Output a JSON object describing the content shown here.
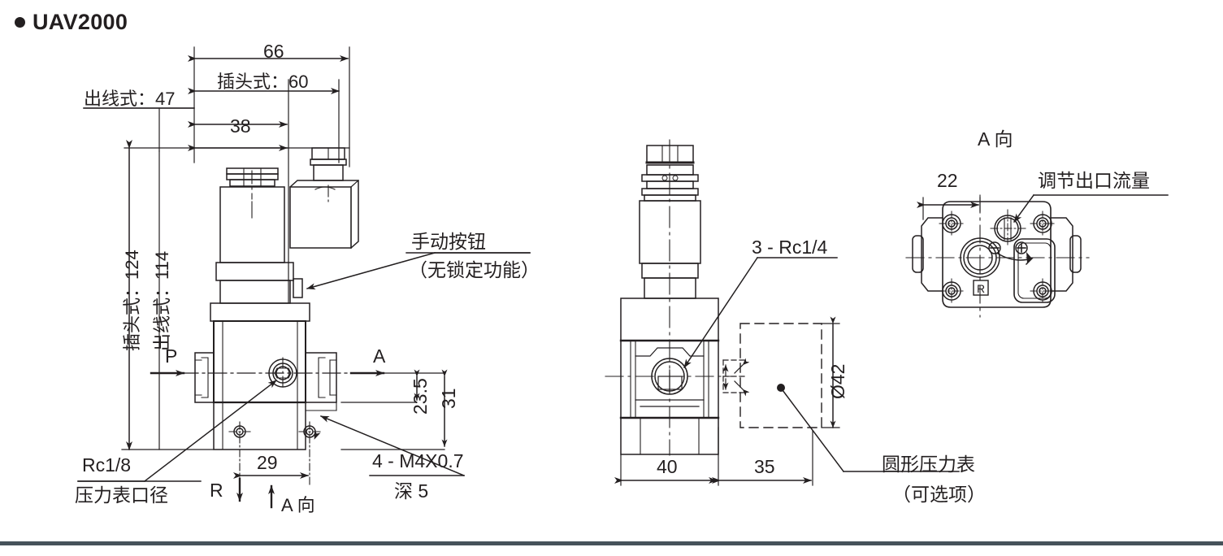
{
  "page": {
    "title": "UAV2000",
    "bullet_icon": "bullet-dot",
    "footer_rule_color": "#46525a",
    "line_color": "#231f20",
    "background": "#ffffff"
  },
  "views": {
    "side": {
      "name": "side-elevation-view",
      "dimensions": {
        "overall_width": "66",
        "plug_type_width": "插头式：60",
        "lead_wire_width": "出线式：47",
        "coil_width": "38",
        "height_plug": "插头式：124",
        "height_lead": "出线式：114",
        "port_center_height": "23.5",
        "base_height": "31",
        "mount_hole_pitch": "29"
      },
      "labels": {
        "port_p": "P",
        "port_a": "A",
        "port_r": "R",
        "view_arrow_a": "A 向",
        "manual_button_line1": "手动按钮",
        "manual_button_line2": "（无锁定功能）",
        "gauge_port_line1": "Rc1/8",
        "gauge_port_line2": "压力表口径",
        "mount_thread_line1": "4 - M4X0.7",
        "mount_thread_line2": "深 5"
      }
    },
    "front": {
      "name": "front-elevation-view",
      "dimensions": {
        "body_width": "40",
        "gauge_offset": "35",
        "gauge_diameter": "Ø42"
      },
      "labels": {
        "ports": "3 - Rc1/4",
        "gauge_line1": "圆形压力表",
        "gauge_line2": "（可选项）"
      }
    },
    "arrow_a": {
      "name": "view-a-bottom-view",
      "title": "A 向",
      "dimensions": {
        "hole_pitch": "22"
      },
      "labels": {
        "flow_adjust": "调节出口流量",
        "marker_r": "R",
        "minus_icon": "minus-sign-icon",
        "plus_icon": "plus-sign-icon"
      }
    }
  }
}
